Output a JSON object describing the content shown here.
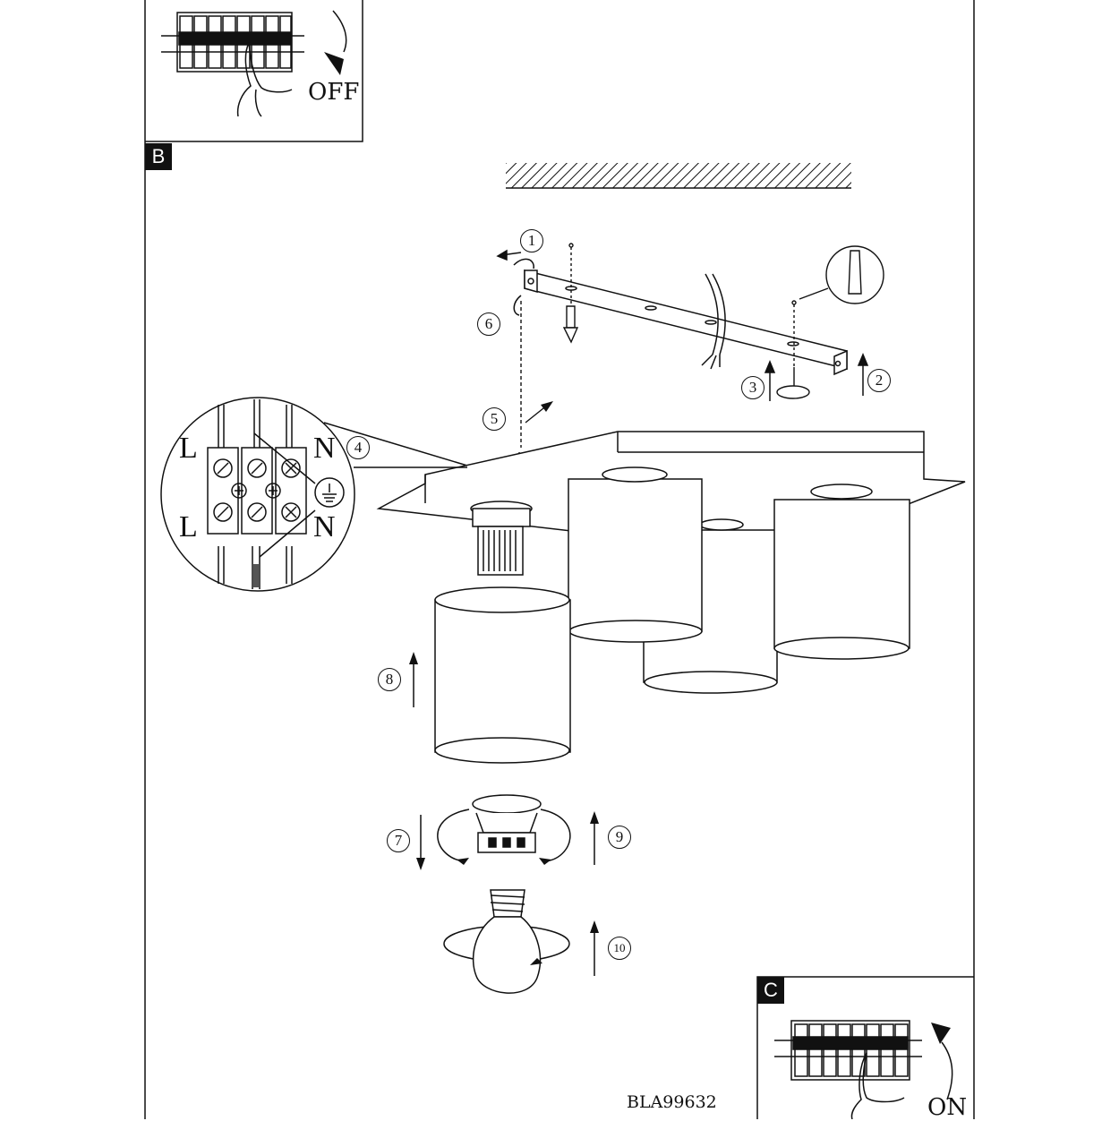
{
  "panel_labels": {
    "b": "B",
    "c": "C"
  },
  "switch_states": {
    "off": "OFF",
    "on": "ON"
  },
  "steps": [
    "1",
    "2",
    "3",
    "4",
    "5",
    "6",
    "7",
    "8",
    "9",
    "10"
  ],
  "terminals": {
    "top_left": "L",
    "top_right": "N",
    "bottom_left": "L",
    "bottom_right": "N"
  },
  "model_code": "BLA99632"
}
